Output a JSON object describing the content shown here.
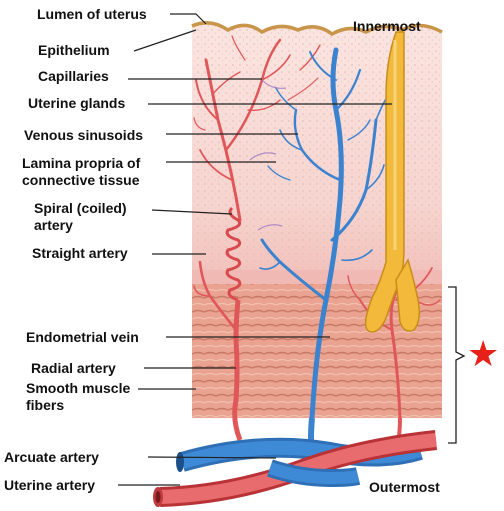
{
  "labels": {
    "lumen": "Lumen of uterus",
    "epithelium": "Epithelium",
    "capillaries": "Capillaries",
    "uterine_glands": "Uterine glands",
    "venous_sinusoids": "Venous sinusoids",
    "lamina_propria_1": "Lamina propria of",
    "lamina_propria_2": "connective tissue",
    "spiral_artery_1": "Spiral (coiled)",
    "spiral_artery_2": "artery",
    "straight_artery": "Straight artery",
    "endometrial_vein": "Endometrial vein",
    "radial_artery": "Radial artery",
    "smooth_muscle_1": "Smooth muscle",
    "smooth_muscle_2": "fibers",
    "arcuate_artery": "Arcuate artery",
    "uterine_artery": "Uterine artery",
    "innermost": "Innermost",
    "outermost": "Outermost"
  },
  "marker": {
    "symbol": "★",
    "color": "#e8201a"
  },
  "colors": {
    "artery": "#e0575a",
    "artery_dark": "#b83236",
    "vein": "#3b82cf",
    "gland": "#f2b93b",
    "epithelium": "#c8954a",
    "functional_layer": "#f3d3cf",
    "basal_layer": "#f7c3bf",
    "myometrium": "#e8a08e",
    "leader": "#222222"
  }
}
